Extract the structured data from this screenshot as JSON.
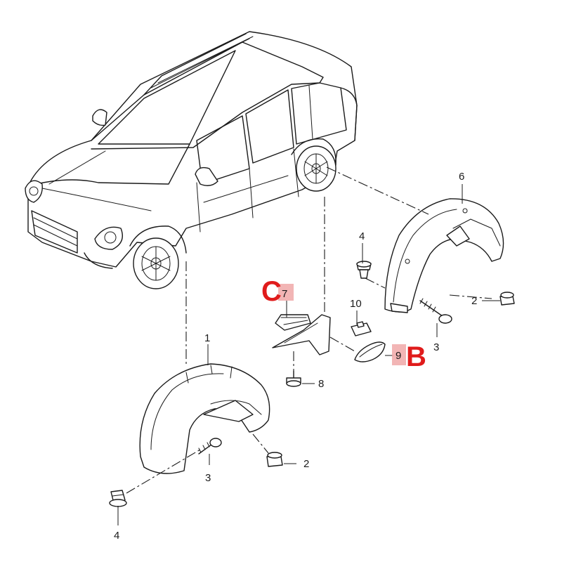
{
  "callouts": {
    "p1": "1",
    "p2a": "2",
    "p2b": "2",
    "p3a": "3",
    "p3b": "3",
    "p4a": "4",
    "p4b": "4",
    "p6": "6",
    "p7": "7",
    "p8": "8",
    "p9": "9",
    "p10": "10"
  },
  "markers": {
    "c": "C",
    "b": "B"
  },
  "colors": {
    "marker_text": "#e01b1b",
    "marker_highlight": "#f0a8a8",
    "line": "#1a1a1a"
  }
}
